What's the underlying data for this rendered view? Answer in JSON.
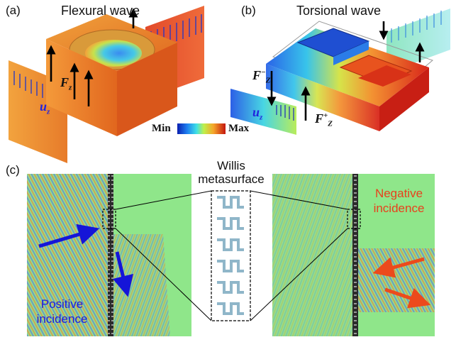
{
  "panels": {
    "a": {
      "tag": "(a)",
      "title": "Flexural wave",
      "force_symbol": "F",
      "force_sub": "z",
      "disp_symbol": "u",
      "disp_sub": "z"
    },
    "b": {
      "tag": "(b)",
      "title": "Torsional wave",
      "force_minus_symbol": "F",
      "force_minus_sub": "Z",
      "force_minus_sup": "−",
      "force_plus_symbol": "F",
      "force_plus_sub": "Z",
      "force_plus_sup": "+",
      "disp_symbol": "u",
      "disp_sub": "z"
    },
    "colorbar": {
      "min_label": "Min",
      "max_label": "Max"
    },
    "c": {
      "tag": "(c)",
      "metasurface_line1": "Willis",
      "metasurface_line2": "metasurface",
      "positive_line1": "Positive",
      "positive_line2": "incidence",
      "negative_line1": "Negative",
      "negative_line2": "incidence"
    }
  },
  "colors": {
    "field_green": "#8fe68a",
    "arrow_blue": "#1515d8",
    "arrow_red": "#ec4a1c",
    "positive_text": "#1a1ae0",
    "negative_text": "#e8401c",
    "meta_cell": "#8fb6c9",
    "disp_label": "#2222dd"
  }
}
